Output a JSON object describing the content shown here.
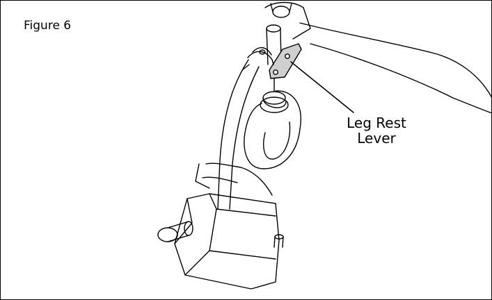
{
  "figure": {
    "title": "Figure 6",
    "callout": {
      "line1": "Leg Rest",
      "line2": "Lever"
    }
  }
}
